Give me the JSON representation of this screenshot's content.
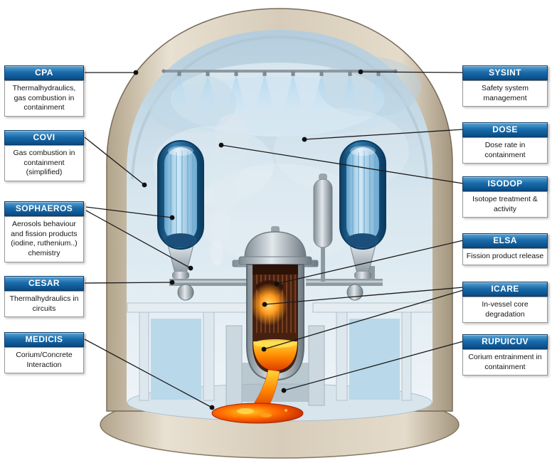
{
  "labels": {
    "cpa": {
      "title": "CPA",
      "desc": "Thermalhydraulics, gas combustion in containment"
    },
    "covi": {
      "title": "COVI",
      "desc": "Gas combustion in containment (simplified)"
    },
    "sophaeros": {
      "title": "SOPHAEROS",
      "desc": "Aerosols behaviour and fission products (iodine, ruthenium..) chemistry"
    },
    "cesar": {
      "title": "CESAR",
      "desc": "Thermalhydraulics in circuits"
    },
    "medicis": {
      "title": "MEDICIS",
      "desc": "Corium/Concrete Interaction"
    },
    "sysint": {
      "title": "SYSINT",
      "desc": "Safety system management"
    },
    "dose": {
      "title": "DOSE",
      "desc": "Dose rate in containment"
    },
    "isodop": {
      "title": "ISODOP",
      "desc": "Isotope treatment & activity"
    },
    "elsa": {
      "title": "ELSA",
      "desc": "Fission product release"
    },
    "icare": {
      "title": "ICARE",
      "desc": "In-vessel core degradation"
    },
    "rupuicuv": {
      "title": "RUPUICUV",
      "desc": "Corium entrainment in containment"
    }
  },
  "colors": {
    "label_header_blue": "#0f5c99",
    "containment_shell_beige": "#d7ccb9",
    "interior_blue_gray": "#d7e6ef",
    "steam_generator_blue": "#1b5d8e",
    "spray_blue": "#a8d4f0",
    "corium_orange": "#ff8a00",
    "melt_red": "#d43000"
  }
}
